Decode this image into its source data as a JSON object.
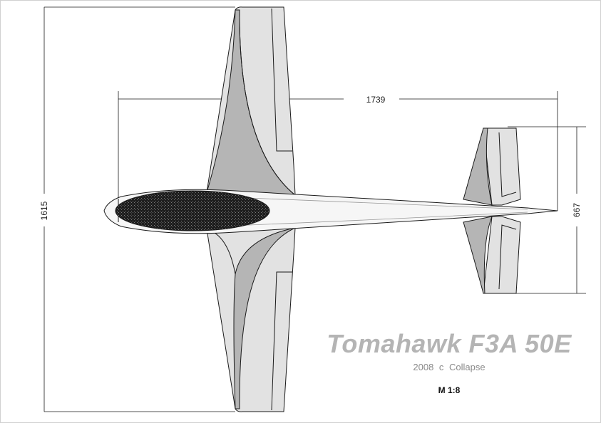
{
  "drawing": {
    "title": "Tomahawk F3A 50E",
    "subtitle": "2008 c Collapse",
    "scale": "M 1:8",
    "dimensions": {
      "length": "1739",
      "wingspan": "1615",
      "stab_span": "667"
    },
    "colors": {
      "canopy": "#2a2a2a",
      "dark_fill": "#b5b5b5",
      "light_fill": "#e2e2e2",
      "line": "#1a1a1a",
      "title": "#b4b4b4"
    }
  }
}
